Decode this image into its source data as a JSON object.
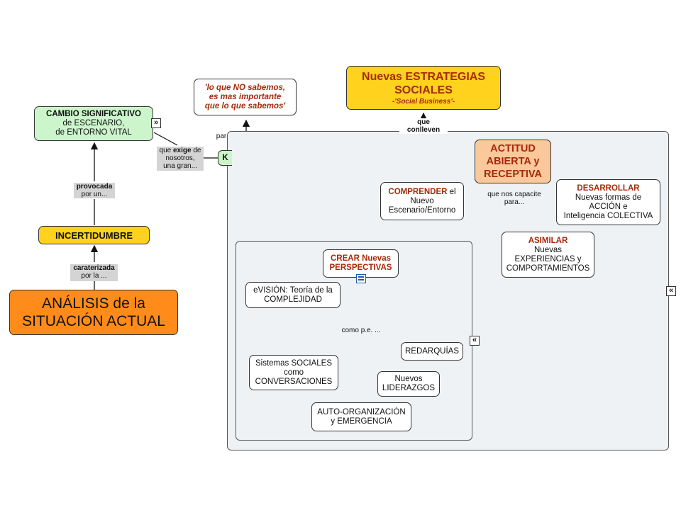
{
  "nodes": {
    "cambio": {
      "title": "CAMBIO SIGNIFICATIVO",
      "line2": "de ESCENARIO,",
      "line3": "de ENTORNO VITAL"
    },
    "quote": {
      "line1": "'lo que NO sabemos,",
      "line2": "es mas importante",
      "line3": "que lo que sabemos'"
    },
    "estrategias": {
      "line1": "Nuevas ESTRATEGIAS",
      "line2": "SOCIALES",
      "line3": "-'Social Business'-"
    },
    "incertidumbre": {
      "label": "INCERTIDUMBRE"
    },
    "analisis": {
      "line1": "ANÁLISIS de la",
      "line2": "SITUACIÓN ACTUAL"
    },
    "actitud": {
      "line1": "ACTITUD",
      "line2": "ABIERTA y",
      "line3": "RECEPTIVA"
    },
    "comprender": {
      "title": "COMPRENDER",
      "rest": " el",
      "line2": "Nuevo",
      "line3": "Escenario/Entorno"
    },
    "desarrollar": {
      "title": "DESARROLLAR",
      "line2": "Nuevas formas de",
      "line3": "ACCIÓN e",
      "line4": "Inteligencia COLECTIVA"
    },
    "asimilar": {
      "title": "ASIMILAR",
      "line2": "Nuevas",
      "line3": "EXPERIENCIAS y",
      "line4": "COMPORTAMIENTOS"
    },
    "crear": {
      "line1": "CREAR Nuevas",
      "line2": "PERSPECTIVAS"
    },
    "evision": {
      "line1": "eVISIÓN: Teoría de la",
      "line2": "COMPLEJIDAD"
    },
    "redarquias": {
      "label": "REDARQUÍAS"
    },
    "sistemas": {
      "line1": "Sistemas SOCIALES",
      "line2": "como",
      "line3": "CONVERSACIONES"
    },
    "liderazgos": {
      "line1": "Nuevos",
      "line2": "LIDERAZGOS"
    },
    "auto": {
      "line1": "AUTO-ORGANIZACIÓN",
      "line2": "y EMERGENCIA"
    },
    "hidden": {
      "label": "K"
    }
  },
  "links": {
    "provocada": {
      "bold": "provocada",
      "rest": "por un..."
    },
    "caraterizada": {
      "bold": "caraterizada",
      "rest": "por la ..."
    },
    "exige": {
      "pre": "que ",
      "bold": "exige",
      "post": " de",
      "line2": "nosotros,",
      "line3": "una gran..."
    },
    "par": {
      "label": "par"
    },
    "conlleven": {
      "line1": "que",
      "line2": "conlleven"
    },
    "capacite": {
      "line1": "que nos capacite",
      "line2": "para..."
    },
    "como": {
      "label": "como p.e. ..."
    }
  },
  "icons": {
    "expand": "»",
    "collapse": "«",
    "doc": "document-icon"
  },
  "colors": {
    "green": "#ccf5cc",
    "yellow": "#ffd21e",
    "orange": "#ff8c1a",
    "peach": "#fbc89c",
    "panel": "#eef2f5",
    "accent_red": "#a52a0a"
  }
}
